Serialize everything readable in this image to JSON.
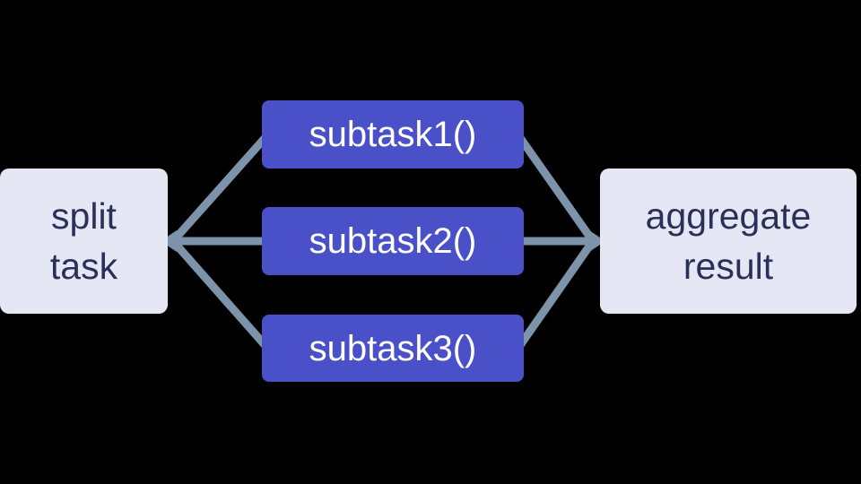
{
  "diagram": {
    "title": "parallelization-workflow",
    "nodes": {
      "split": {
        "label": "split task"
      },
      "subtasks": [
        {
          "label": "subtask1()"
        },
        {
          "label": "subtask2()"
        },
        {
          "label": "subtask3()"
        }
      ],
      "aggregate": {
        "label": "aggregate result"
      }
    },
    "edges": [
      {
        "from": "split-task",
        "to": "subtask1"
      },
      {
        "from": "split-task",
        "to": "subtask2"
      },
      {
        "from": "split-task",
        "to": "subtask3"
      },
      {
        "from": "subtask1",
        "to": "aggregate-result"
      },
      {
        "from": "subtask2",
        "to": "aggregate-result"
      },
      {
        "from": "subtask3",
        "to": "aggregate-result"
      }
    ],
    "colors": {
      "background": "#000000",
      "subtask_fill": "#4a51c8",
      "subtask_text": "#ffffff",
      "endpoint_fill": "#e6e7f4",
      "endpoint_text": "#2b3059",
      "connector": "#7d93aa"
    }
  }
}
